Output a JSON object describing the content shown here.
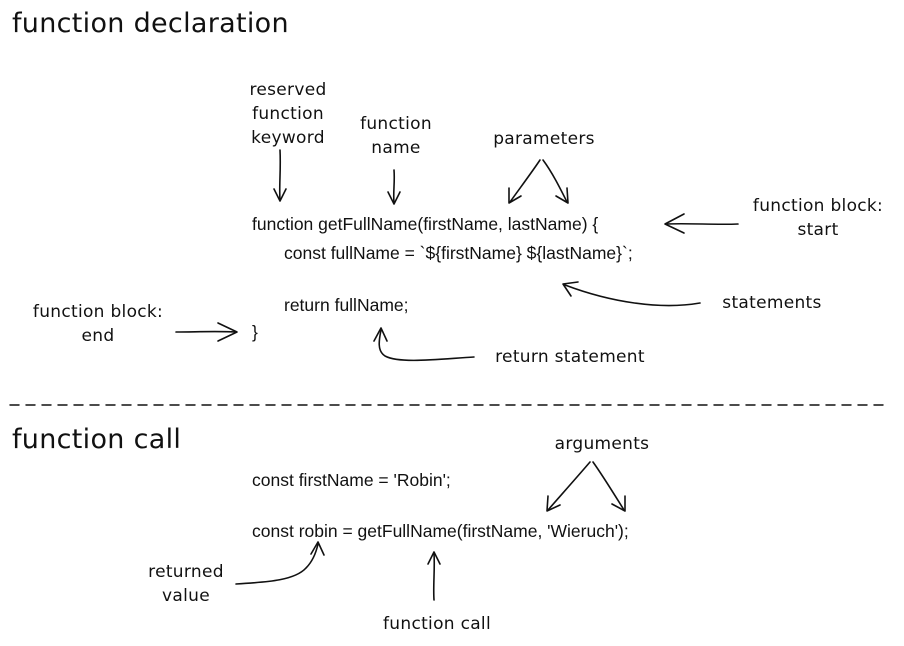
{
  "declaration": {
    "heading": "function declaration",
    "code": {
      "line1": "function getFullName(firstName, lastName) {",
      "line2": "const fullName = `${firstName} ${lastName}`;",
      "line3": "return fullName;",
      "line4": "}"
    },
    "annotations": {
      "reserved_keyword": [
        "reserved",
        "function",
        "keyword"
      ],
      "function_name": [
        "function",
        "name"
      ],
      "parameters": "parameters",
      "block_start": [
        "function block:",
        "start"
      ],
      "statements": "statements",
      "block_end": [
        "function block:",
        "end"
      ],
      "return_statement": "return statement"
    }
  },
  "call": {
    "heading": "function call",
    "code": {
      "line1": "const firstName = 'Robin';",
      "line2": "const robin = getFullName(firstName, 'Wieruch');"
    },
    "annotations": {
      "arguments": "arguments",
      "returned_value": [
        "returned",
        "value"
      ],
      "function_call": "function call"
    }
  }
}
